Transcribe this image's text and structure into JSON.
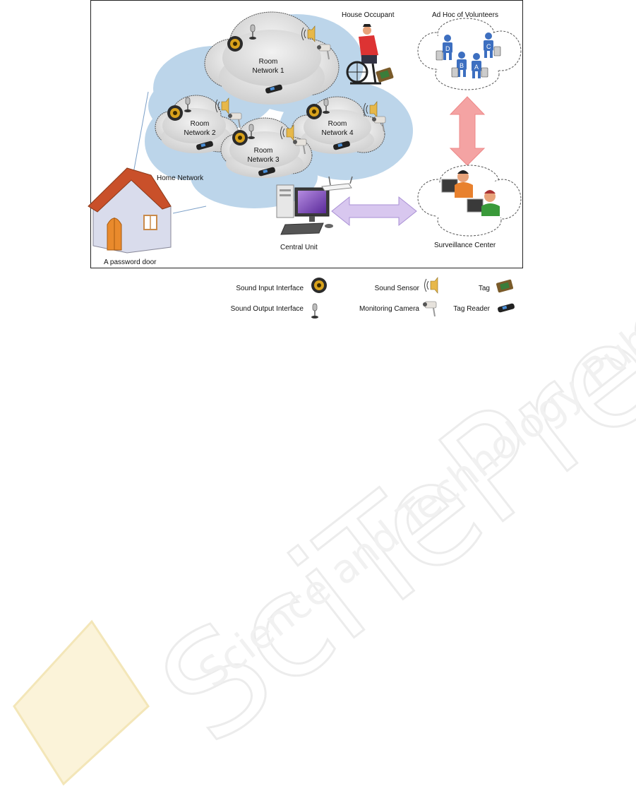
{
  "labels": {
    "house_occupant": "House Occupant",
    "volunteers": "Ad Hoc of Volunteers",
    "room1": [
      "Room",
      "Network 1"
    ],
    "room2": [
      "Room",
      "Network 2"
    ],
    "room3": [
      "Room",
      "Network 3"
    ],
    "room4": [
      "Room",
      "Network 4"
    ],
    "home_network": "Home Network",
    "central_unit": "Central Unit",
    "surveillance": "Surveillance Center",
    "password_door": "A password door"
  },
  "volunteer_tags": [
    "D",
    "B",
    "A",
    "C"
  ],
  "legend": {
    "sound_input": "Sound Input Interface",
    "sound_output": "Sound Output Interface",
    "sound_sensor": "Sound Sensor",
    "monitoring_camera": "Monitoring Camera",
    "tag": "Tag",
    "tag_reader": "Tag Reader"
  },
  "watermark": {
    "big": "SciTePress",
    "small": "Science and Technology Publications"
  },
  "colors": {
    "home_cloud": "#bcd5ea",
    "room_cloud": "#dedede",
    "red_arrow": "#f4a3a3",
    "purple_arrow": "#d8c7ef",
    "person": "#3d6fc0",
    "roof": "#c9502a"
  }
}
